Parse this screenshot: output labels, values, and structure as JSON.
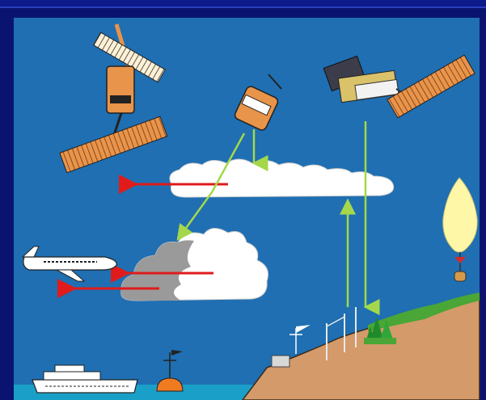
{
  "slide": {
    "background_color": "#0a1470",
    "panel_color": "#1f6fb2",
    "top_rule_color": "#2a3fbf"
  },
  "diagram": {
    "elements": [
      {
        "id": "polar-satellite-left",
        "icon": "satellite-icon"
      },
      {
        "id": "geostationary-satellite",
        "icon": "satellite-icon"
      },
      {
        "id": "polar-satellite-right",
        "icon": "satellite-icon"
      },
      {
        "id": "upper-cloud",
        "icon": "cloud-icon"
      },
      {
        "id": "storm-cloud",
        "icon": "cloud-icon"
      },
      {
        "id": "aircraft",
        "icon": "airplane-icon"
      },
      {
        "id": "weather-balloon",
        "icon": "balloon-icon"
      },
      {
        "id": "ship",
        "icon": "ship-icon"
      },
      {
        "id": "ocean-buoy",
        "icon": "buoy-icon"
      },
      {
        "id": "surface-station",
        "icon": "weather-station-icon"
      },
      {
        "id": "radar-tower",
        "icon": "antenna-icon"
      },
      {
        "id": "trees",
        "icon": "tree-icon"
      }
    ],
    "colors": {
      "wind_arrow": "#e01b1b",
      "observation_link": "#a4d84a",
      "land": "#d49a6a",
      "hills": "#4aa636",
      "sea": "#1aa0c8",
      "cloud": "#ffffff",
      "storm_cloud": "#9a9a9a",
      "solar_panel": "#e8944a",
      "balloon": "#fff7a8"
    }
  }
}
